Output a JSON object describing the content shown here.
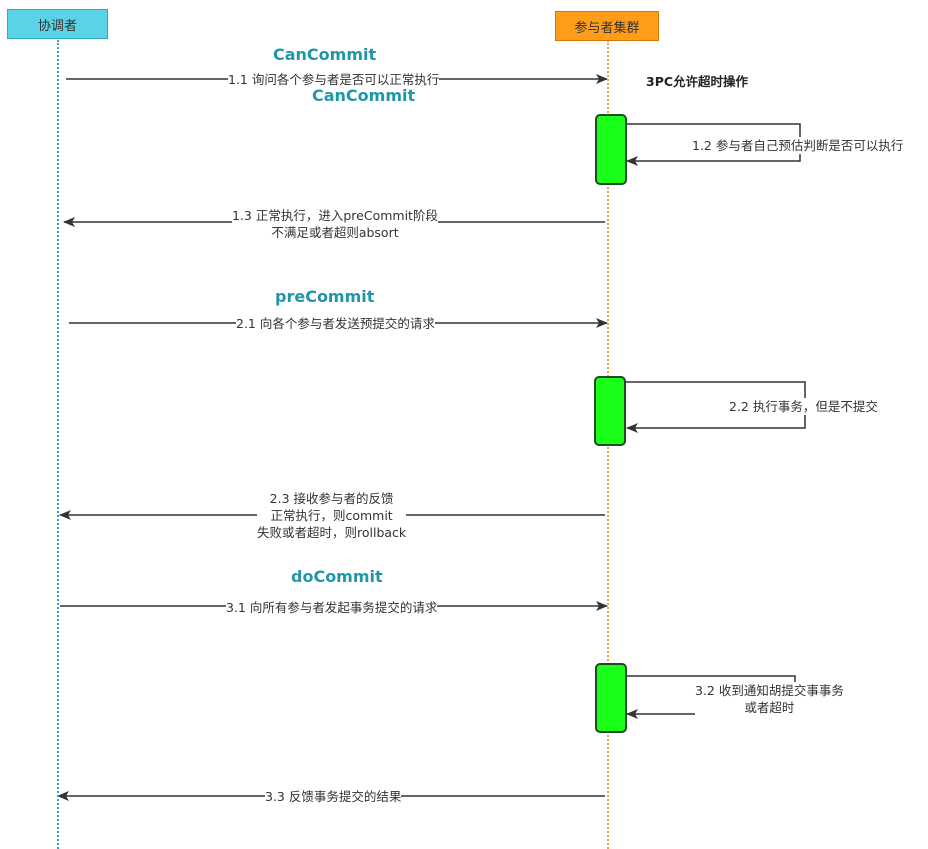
{
  "participants": {
    "coordinator": "协调者",
    "cluster": "参与者集群"
  },
  "note": "3PC允许超时操作",
  "phases": {
    "can_commit_title": "CanCommit",
    "can_commit_subtitle": "CanCommit",
    "pre_commit_title": "preCommit",
    "do_commit_title": "doCommit"
  },
  "messages": {
    "m1_1": "1.1 询问各个参与者是否可以正常执行",
    "m1_2": "1.2 参与者自己预估判断是否可以执行",
    "m1_3": "1.3 正常执行，进入preCommit阶段\n不满足或者超则absort",
    "m2_1": "2.1 向各个参与者发送预提交的请求",
    "m2_2": "2.2 执行事务，但是不提交",
    "m2_3": "2.3 接收参与者的反馈\n正常执行，则commit\n失败或者超时，则rollback",
    "m3_1": "3.1 向所有参与者发起事务提交的请求",
    "m3_2": "3.2 收到通知胡提交事事务\n或者超时",
    "m3_3": "3.3 反馈事务提交的结果"
  }
}
